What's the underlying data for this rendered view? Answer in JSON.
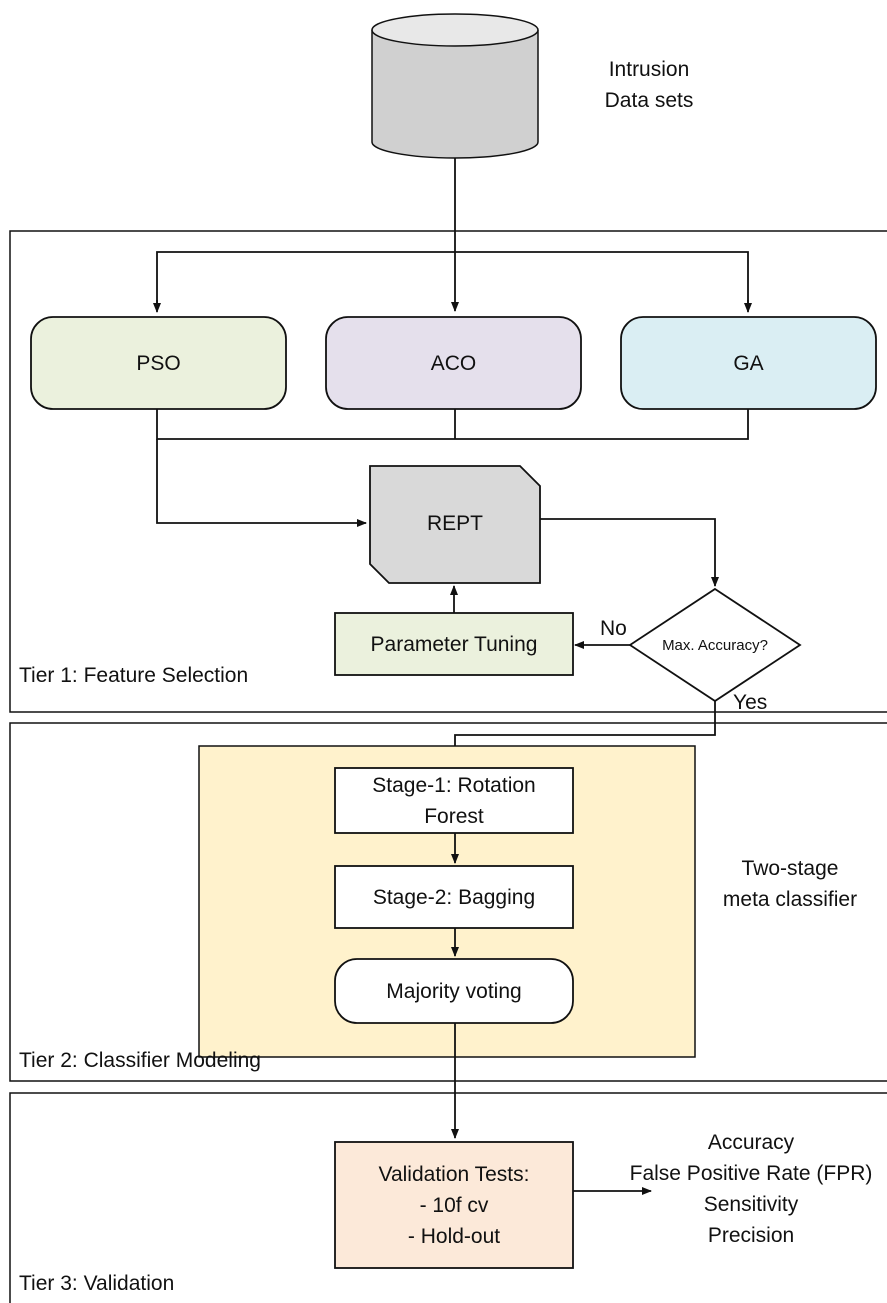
{
  "source": {
    "label_line1": "Intrusion",
    "label_line2": "Data sets"
  },
  "tier1": {
    "label": "Tier 1: Feature Selection",
    "pso": "PSO",
    "aco": "ACO",
    "ga": "GA",
    "rept": "REPT",
    "decision": "Max. Accuracy?",
    "no_label": "No",
    "yes_label": "Yes",
    "tuning": "Parameter Tuning"
  },
  "tier2": {
    "label": "Tier 2: Classifier Modeling",
    "stage1_line1": "Stage-1: Rotation",
    "stage1_line2": "Forest",
    "stage2": "Stage-2: Bagging",
    "voting": "Majority voting",
    "meta_line1": "Two-stage",
    "meta_line2": "meta classifier"
  },
  "tier3": {
    "label": "Tier 3: Validation",
    "validation_line1": "Validation Tests:",
    "validation_line2": "- 10f cv",
    "validation_line3": "- Hold-out",
    "metrics": [
      "Accuracy",
      "False Positive Rate (FPR)",
      "Sensitivity",
      "Precision"
    ]
  },
  "colors": {
    "pso_fill": "#ebf1dd",
    "aco_fill": "#e5e0ec",
    "ga_fill": "#daeef3",
    "rept_fill": "#d9d9d9",
    "tuning_fill": "#ebf1dd",
    "tier2_panel_fill": "#fff2cc",
    "validation_fill": "#fce9d9",
    "database_fill": "#d9d9d9"
  }
}
